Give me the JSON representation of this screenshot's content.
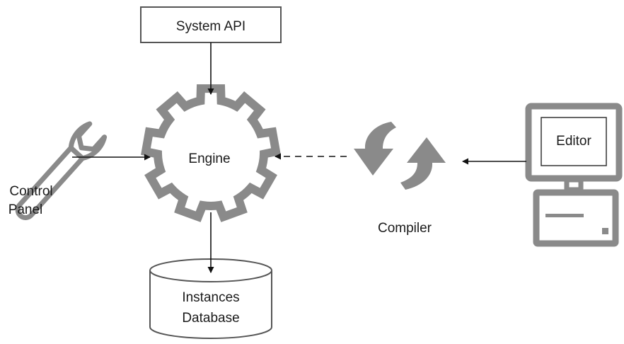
{
  "nodes": {
    "system_api": {
      "label": "System API"
    },
    "engine": {
      "label": "Engine"
    },
    "control_panel": {
      "label_line1": "Control",
      "label_line2": "Panel",
      "icon": "wrench-icon"
    },
    "database": {
      "label_line1": "Instances",
      "label_line2": "Database",
      "icon": "database-cylinder"
    },
    "compiler": {
      "label": "Compiler",
      "icon": "refresh-arrows-icon"
    },
    "editor": {
      "label": "Editor",
      "icon": "desktop-computer-icon"
    }
  },
  "edges": [
    {
      "from": "System API",
      "to": "Engine",
      "style": "solid"
    },
    {
      "from": "Control Panel",
      "to": "Engine",
      "style": "solid"
    },
    {
      "from": "Engine",
      "to": "Instances Database",
      "style": "solid"
    },
    {
      "from": "Compiler",
      "to": "Engine",
      "style": "dashed"
    },
    {
      "from": "Editor",
      "to": "Compiler",
      "style": "solid"
    }
  ],
  "colors": {
    "icon_gray": "#8a8a8a",
    "outline": "#555555",
    "line": "#111111",
    "background": "#ffffff"
  }
}
